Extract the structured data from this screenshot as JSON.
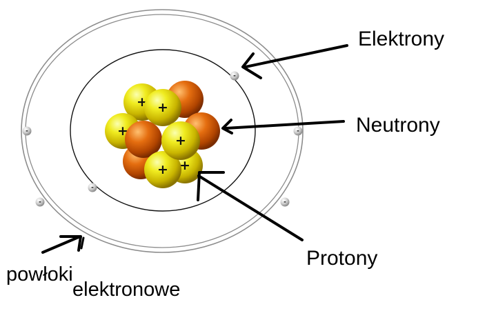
{
  "labels": {
    "electrons": "Elektrony",
    "neutrons": "Neutrony",
    "protons": "Protony",
    "shells_line1": "powłoki",
    "shells_line2": "elektronowe"
  },
  "symbols": {
    "proton": "+",
    "electron": "-"
  },
  "colors": {
    "proton": "#f0e000",
    "neutron": "#e06010",
    "electron": "#c8c8c8",
    "orbit": "#000000",
    "arrow": "#000000",
    "background": "#ffffff"
  }
}
